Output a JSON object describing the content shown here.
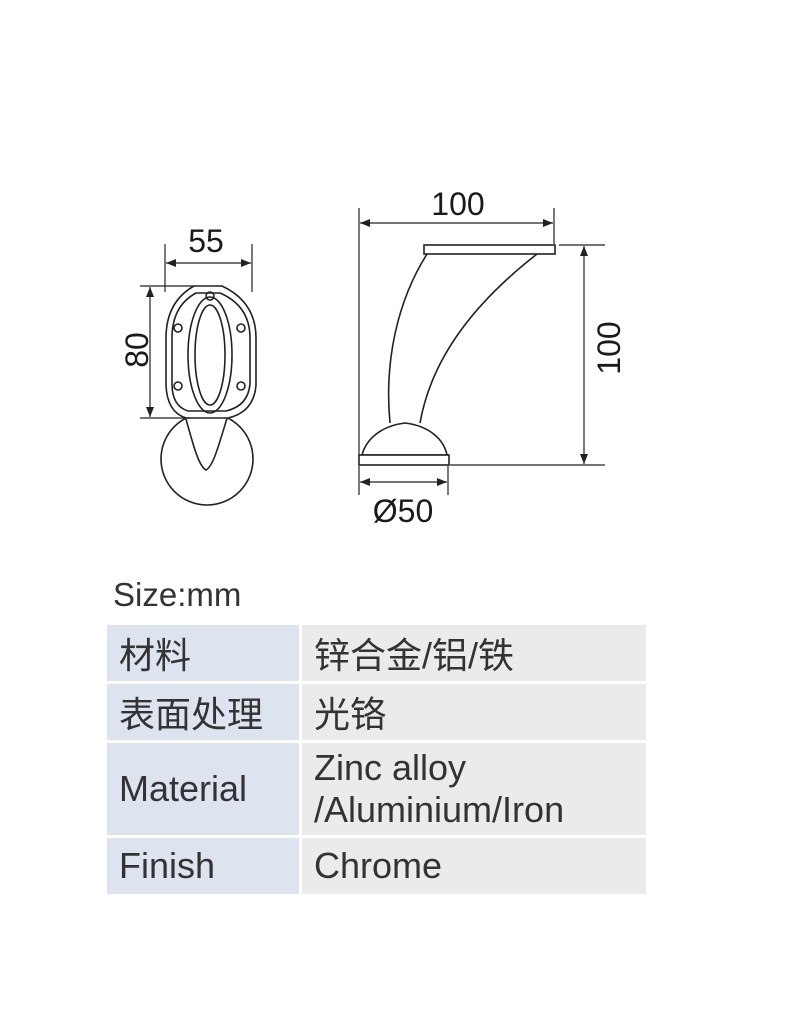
{
  "drawing": {
    "front_width": "55",
    "front_height": "80",
    "side_top_width": "100",
    "side_height": "100",
    "base_diameter": "Ø50",
    "colors": {
      "line": "#222222",
      "background": "#ffffff"
    }
  },
  "size_note": "Size:mm",
  "spec": {
    "material_cn_label": "材料",
    "material_cn_value": "锌合金/铝/铁",
    "finish_cn_label": "表面处理",
    "finish_cn_value": "光铬",
    "material_en_label": "Material",
    "material_en_value_line1": "Zinc alloy",
    "material_en_value_line2": "/Aluminium/Iron",
    "finish_en_label": "Finish",
    "finish_en_value": "Chrome",
    "colors": {
      "label_bg": "#dde3ef",
      "value_bg": "#ebebeb"
    }
  }
}
